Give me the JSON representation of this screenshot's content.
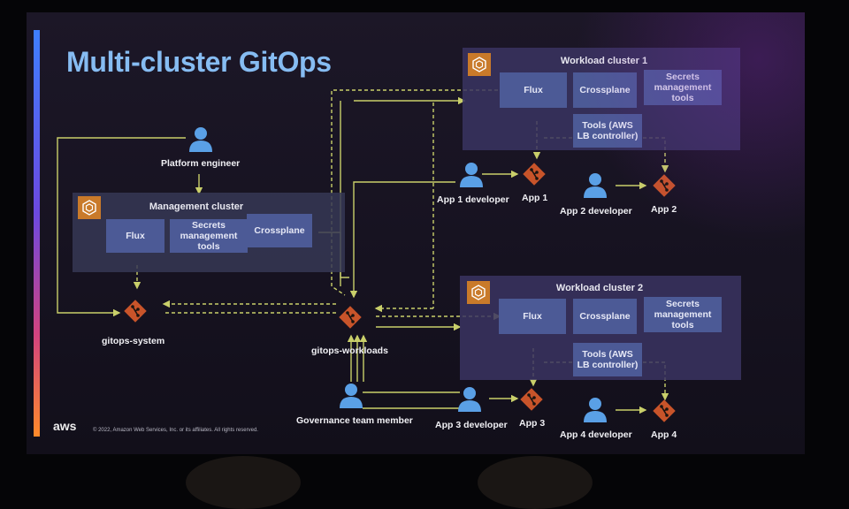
{
  "title": "Multi-cluster GitOps",
  "management_cluster": {
    "title": "Management cluster",
    "components": [
      "Flux",
      "Secrets management tools",
      "Crossplane"
    ]
  },
  "workload_cluster_1": {
    "title": "Workload cluster 1",
    "components": [
      "Flux",
      "Crossplane",
      "Secrets management tools",
      "Tools (AWS LB controller)"
    ]
  },
  "workload_cluster_2": {
    "title": "Workload cluster 2",
    "components": [
      "Flux",
      "Crossplane",
      "Secrets management tools",
      "Tools (AWS LB controller)"
    ]
  },
  "actors": {
    "platform_engineer": "Platform engineer",
    "governance": "Governance team member",
    "app1_dev": "App 1 developer",
    "app2_dev": "App 2 developer",
    "app3_dev": "App 3 developer",
    "app4_dev": "App 4 developer"
  },
  "repos": {
    "gitops_system": "gitops-system",
    "gitops_workloads": "gitops-workloads",
    "app1": "App 1",
    "app2": "App 2",
    "app3": "App 3",
    "app4": "App 4"
  },
  "footer": {
    "logo": "aws",
    "copyright": "© 2022, Amazon Web Services, Inc. or its affiliates. All rights reserved."
  },
  "colors": {
    "arrow": "#c9cf6a",
    "component_box": "#4c5a96",
    "git_icon": "#c8542a",
    "person_icon": "#5aa0e6"
  }
}
